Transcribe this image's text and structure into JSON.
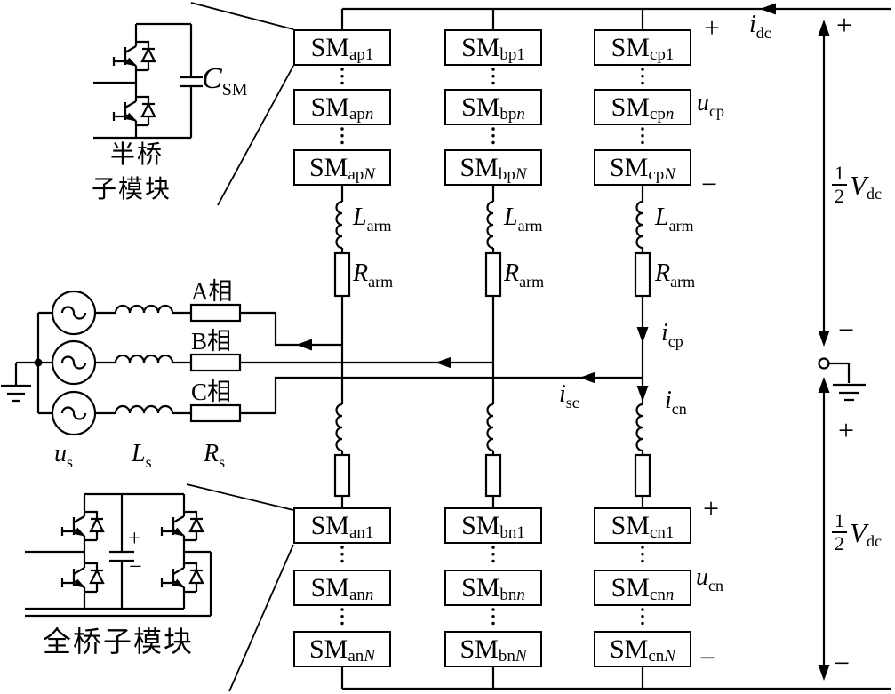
{
  "signs": {
    "plus": "+",
    "minus": "−"
  },
  "insets": {
    "half_bridge": {
      "line1": "半桥",
      "line2": "子模块",
      "cap": {
        "main": "C",
        "sub": "SM"
      }
    },
    "full_bridge": {
      "label": "全桥子模块"
    }
  },
  "ac": {
    "source": {
      "main": "u",
      "sub": "s"
    },
    "inductor": {
      "main": "L",
      "sub": "s"
    },
    "resistor": {
      "main": "R",
      "sub": "s"
    },
    "phases": {
      "a": "A相",
      "b": "B相",
      "c": "C相"
    }
  },
  "arm": {
    "inductor": {
      "main": "L",
      "sub": "arm"
    },
    "resistor": {
      "main": "R",
      "sub": "arm"
    }
  },
  "currents": {
    "idc": {
      "main": "i",
      "sub": "dc"
    },
    "icp": {
      "main": "i",
      "sub": "cp"
    },
    "icn": {
      "main": "i",
      "sub": "cn"
    },
    "isc": {
      "main": "i",
      "sub": "sc"
    }
  },
  "voltages": {
    "ucp": {
      "main": "u",
      "sub": "cp"
    },
    "ucn": {
      "main": "u",
      "sub": "cn"
    },
    "half_vdc": {
      "num": "1",
      "den": "2",
      "main": "V",
      "sub": "dc"
    }
  },
  "sm": {
    "main": "SM",
    "top": {
      "a": [
        {
          "r": "ap1",
          "i": ""
        },
        {
          "r": "ap",
          "i": "n"
        },
        {
          "r": "ap",
          "i": "N"
        }
      ],
      "b": [
        {
          "r": "bp1",
          "i": ""
        },
        {
          "r": "bp",
          "i": "n"
        },
        {
          "r": "bp",
          "i": "N"
        }
      ],
      "c": [
        {
          "r": "cp1",
          "i": ""
        },
        {
          "r": "cp",
          "i": "n"
        },
        {
          "r": "cp",
          "i": "N"
        }
      ]
    },
    "bottom": {
      "a": [
        {
          "r": "an1",
          "i": ""
        },
        {
          "r": "an",
          "i": "n"
        },
        {
          "r": "an",
          "i": "N"
        }
      ],
      "b": [
        {
          "r": "bn1",
          "i": ""
        },
        {
          "r": "bn",
          "i": "n"
        },
        {
          "r": "bn",
          "i": "N"
        }
      ],
      "c": [
        {
          "r": "cn1",
          "i": ""
        },
        {
          "r": "cn",
          "i": "n"
        },
        {
          "r": "cn",
          "i": "N"
        }
      ]
    }
  },
  "colors": {
    "ink": "#000000",
    "background": "#ffffff"
  }
}
